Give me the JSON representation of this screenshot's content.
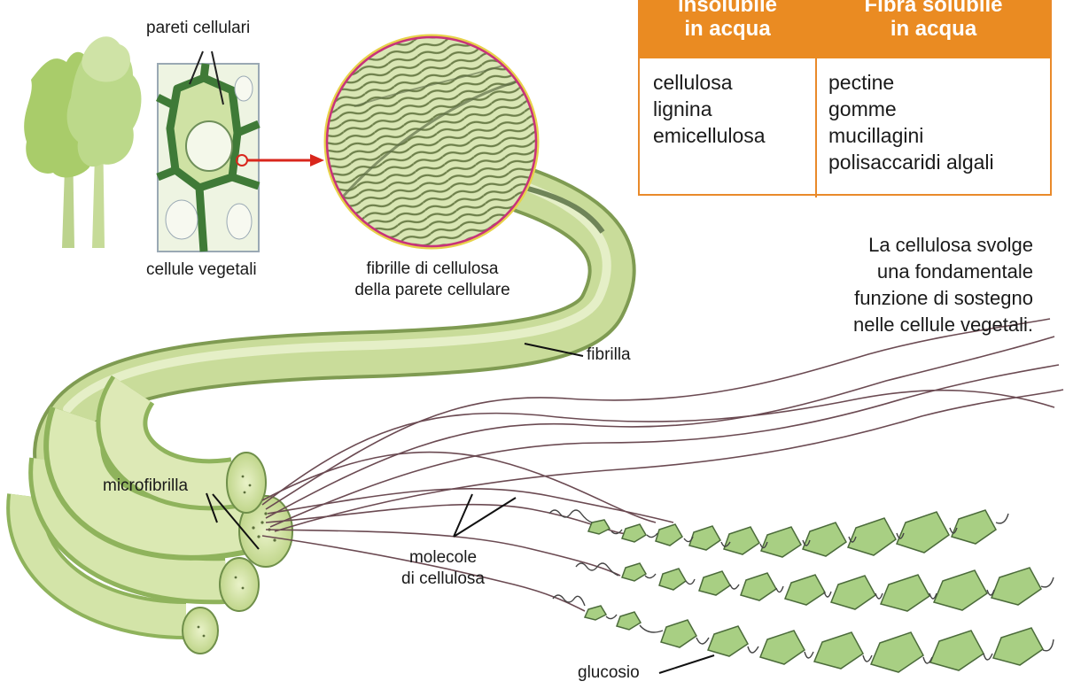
{
  "labels": {
    "cell_walls": "pareti cellulari",
    "plant_cells": "cellule vegetali",
    "fibrils_line1": "fibrille di cellulosa",
    "fibrils_line2": "della parete cellulare",
    "fibril": "fibrilla",
    "microfibril": "microfibrilla",
    "molecules_line1": "molecole",
    "molecules_line2": "di cellulosa",
    "glucose": "glucosio"
  },
  "table": {
    "header_left": [
      "insolubile",
      "in acqua"
    ],
    "header_right": [
      "Fibra solubile",
      "in acqua"
    ],
    "col_left": [
      "cellulosa",
      "lignina",
      "emicellulosa"
    ],
    "col_right": [
      "pectine",
      "gomme",
      "mucillagini",
      "polisaccaridi algali"
    ]
  },
  "note": [
    "La cellulosa svolge",
    "una fondamentale",
    "funzione di sostegno",
    "nelle cellule vegetali."
  ],
  "colors": {
    "accent": "#ea8b22",
    "plant_green": "#8fbf4a",
    "pale_green": "#c5dc8c",
    "magnifier_rim": "#c8327a",
    "arrow_red": "#d9261c"
  }
}
